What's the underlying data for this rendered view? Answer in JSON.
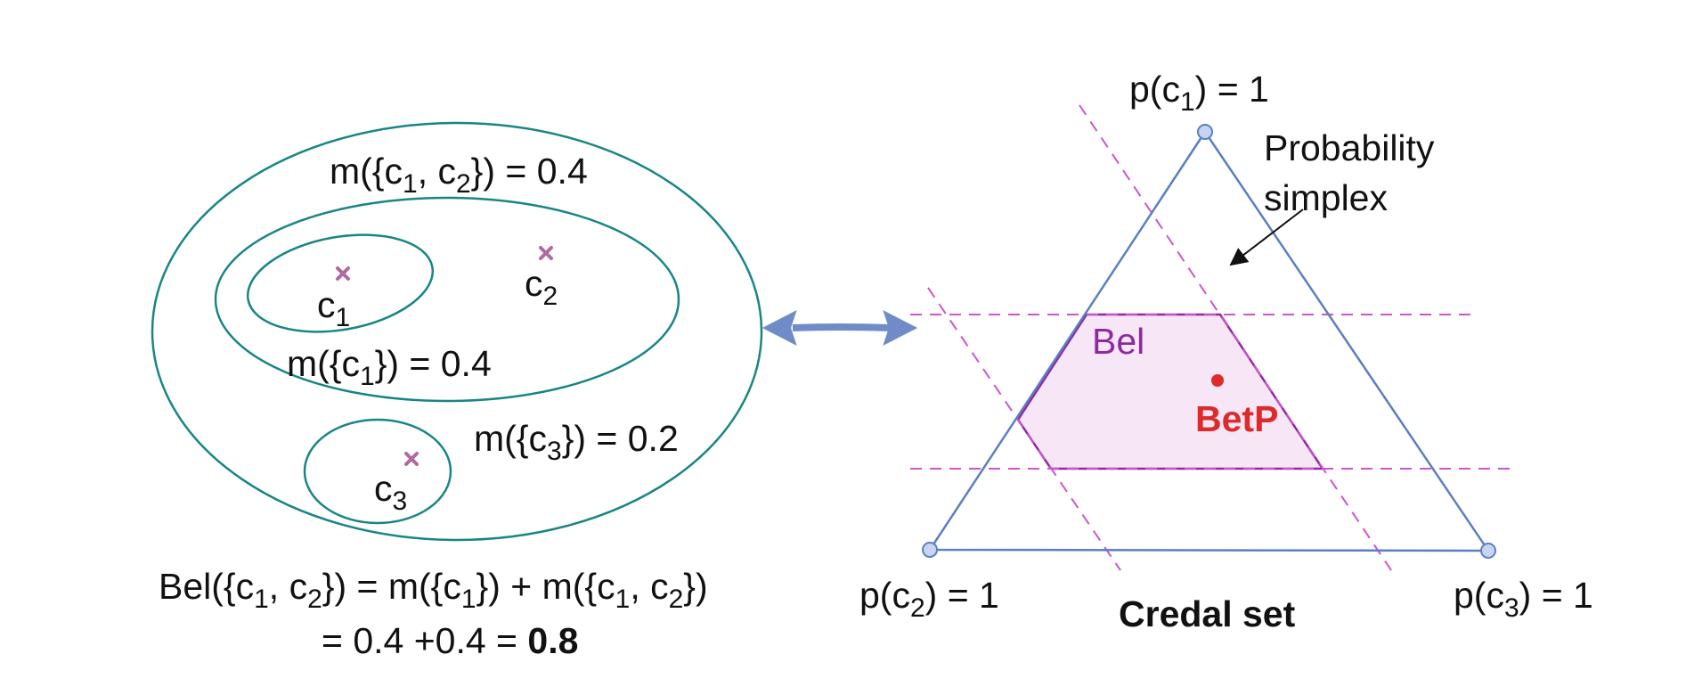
{
  "left_diagram": {
    "m_c1c2": {
      "pre": "m({c",
      "s1": "1",
      "mid": ", c",
      "s2": "2",
      "post": "}) = 0.4"
    },
    "m_c1": {
      "pre": "m({c",
      "s1": "1",
      "post": "}) = 0.4"
    },
    "m_c3": {
      "pre": "m({c",
      "s1": "3",
      "post": "}) = 0.2"
    },
    "c1": {
      "base": "c",
      "sub": "1"
    },
    "c2": {
      "base": "c",
      "sub": "2"
    },
    "c3": {
      "base": "c",
      "sub": "3"
    },
    "formula_line1": {
      "a": "Bel({c",
      "s1": "1",
      "b": ", c",
      "s2": "2",
      "c": "}) = m({c",
      "s3": "1",
      "d": "}) + m({c",
      "s4": "1",
      "e": ", c",
      "s5": "2",
      "f": "})"
    },
    "formula_line2": {
      "pre": "= 0.4 +0.4 = ",
      "result": "0.8"
    },
    "colors": {
      "ellipse": "#1a8585",
      "marker": "#b06aa0"
    }
  },
  "right_diagram": {
    "vertex_top": {
      "pre": "p(c",
      "sub": "1",
      "post": ") = 1"
    },
    "vertex_left": {
      "pre": "p(c",
      "sub": "2",
      "post": ") = 1"
    },
    "vertex_right": {
      "pre": "p(c",
      "sub": "3",
      "post": ") = 1"
    },
    "simplex_label_line1": "Probability",
    "simplex_label_line2": "simplex",
    "bel_label": "Bel",
    "betp_label": "BetP",
    "credal_label": "Credal set",
    "colors": {
      "simplex": "#5b7fc0",
      "region_stroke": "#8e2aa0",
      "region_fill": "#f6e6f6",
      "dashed": "#cc55cc",
      "betp": "#dd2a2a",
      "arrow": "#6f8cc8"
    }
  }
}
